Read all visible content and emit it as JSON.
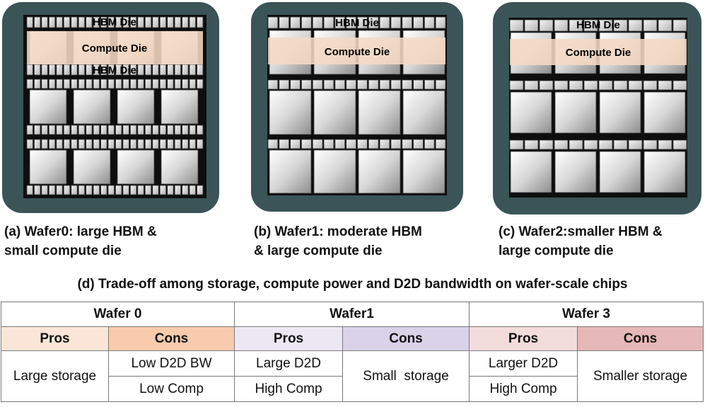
{
  "wafers": [
    {
      "hbm_top": "HBM Die",
      "compute": "Compute Die",
      "hbm_second": "HBM Die",
      "caption_line1": "(a) Wafer0: large HBM &",
      "caption_line2": "small compute die"
    },
    {
      "hbm_top": "HBM Die",
      "compute": "Compute Die",
      "caption_line1": "(b) Wafer1: moderate HBM",
      "caption_line2": "& large compute die"
    },
    {
      "hbm_top": "HBM Die",
      "compute": "Compute Die",
      "caption_line1": "(c) Wafer2:smaller HBM &",
      "caption_line2": "large compute die"
    }
  ],
  "tradeoff": {
    "title": "(d) Trade-off among storage, compute power and D2D bandwidth on wafer-scale chips",
    "wafer_headers": [
      "Wafer 0",
      "Wafer1",
      "Wafer 3"
    ],
    "pros_label": "Pros",
    "cons_label": "Cons",
    "w0": {
      "pros": "Large storage",
      "cons1": "Low D2D BW",
      "cons2": "Low Comp"
    },
    "w1": {
      "pros1": "Large D2D",
      "pros2": "High Comp",
      "cons": "Small  storage"
    },
    "w3": {
      "pros1": "Larger D2D",
      "pros2": "High Comp",
      "cons": "Smaller storage"
    }
  },
  "colors": {
    "frame": "#3a5457",
    "wafer_bg": "#0e0e0e",
    "compute_band": "#f5d9c3",
    "w0_pros": "#fbe5d6",
    "w0_cons": "#f8cbad",
    "w1_pros": "#ebe8f3",
    "w1_cons": "#d9d2e9",
    "w3_pros": "#f3dcdc",
    "w3_cons": "#e6b8b7"
  }
}
